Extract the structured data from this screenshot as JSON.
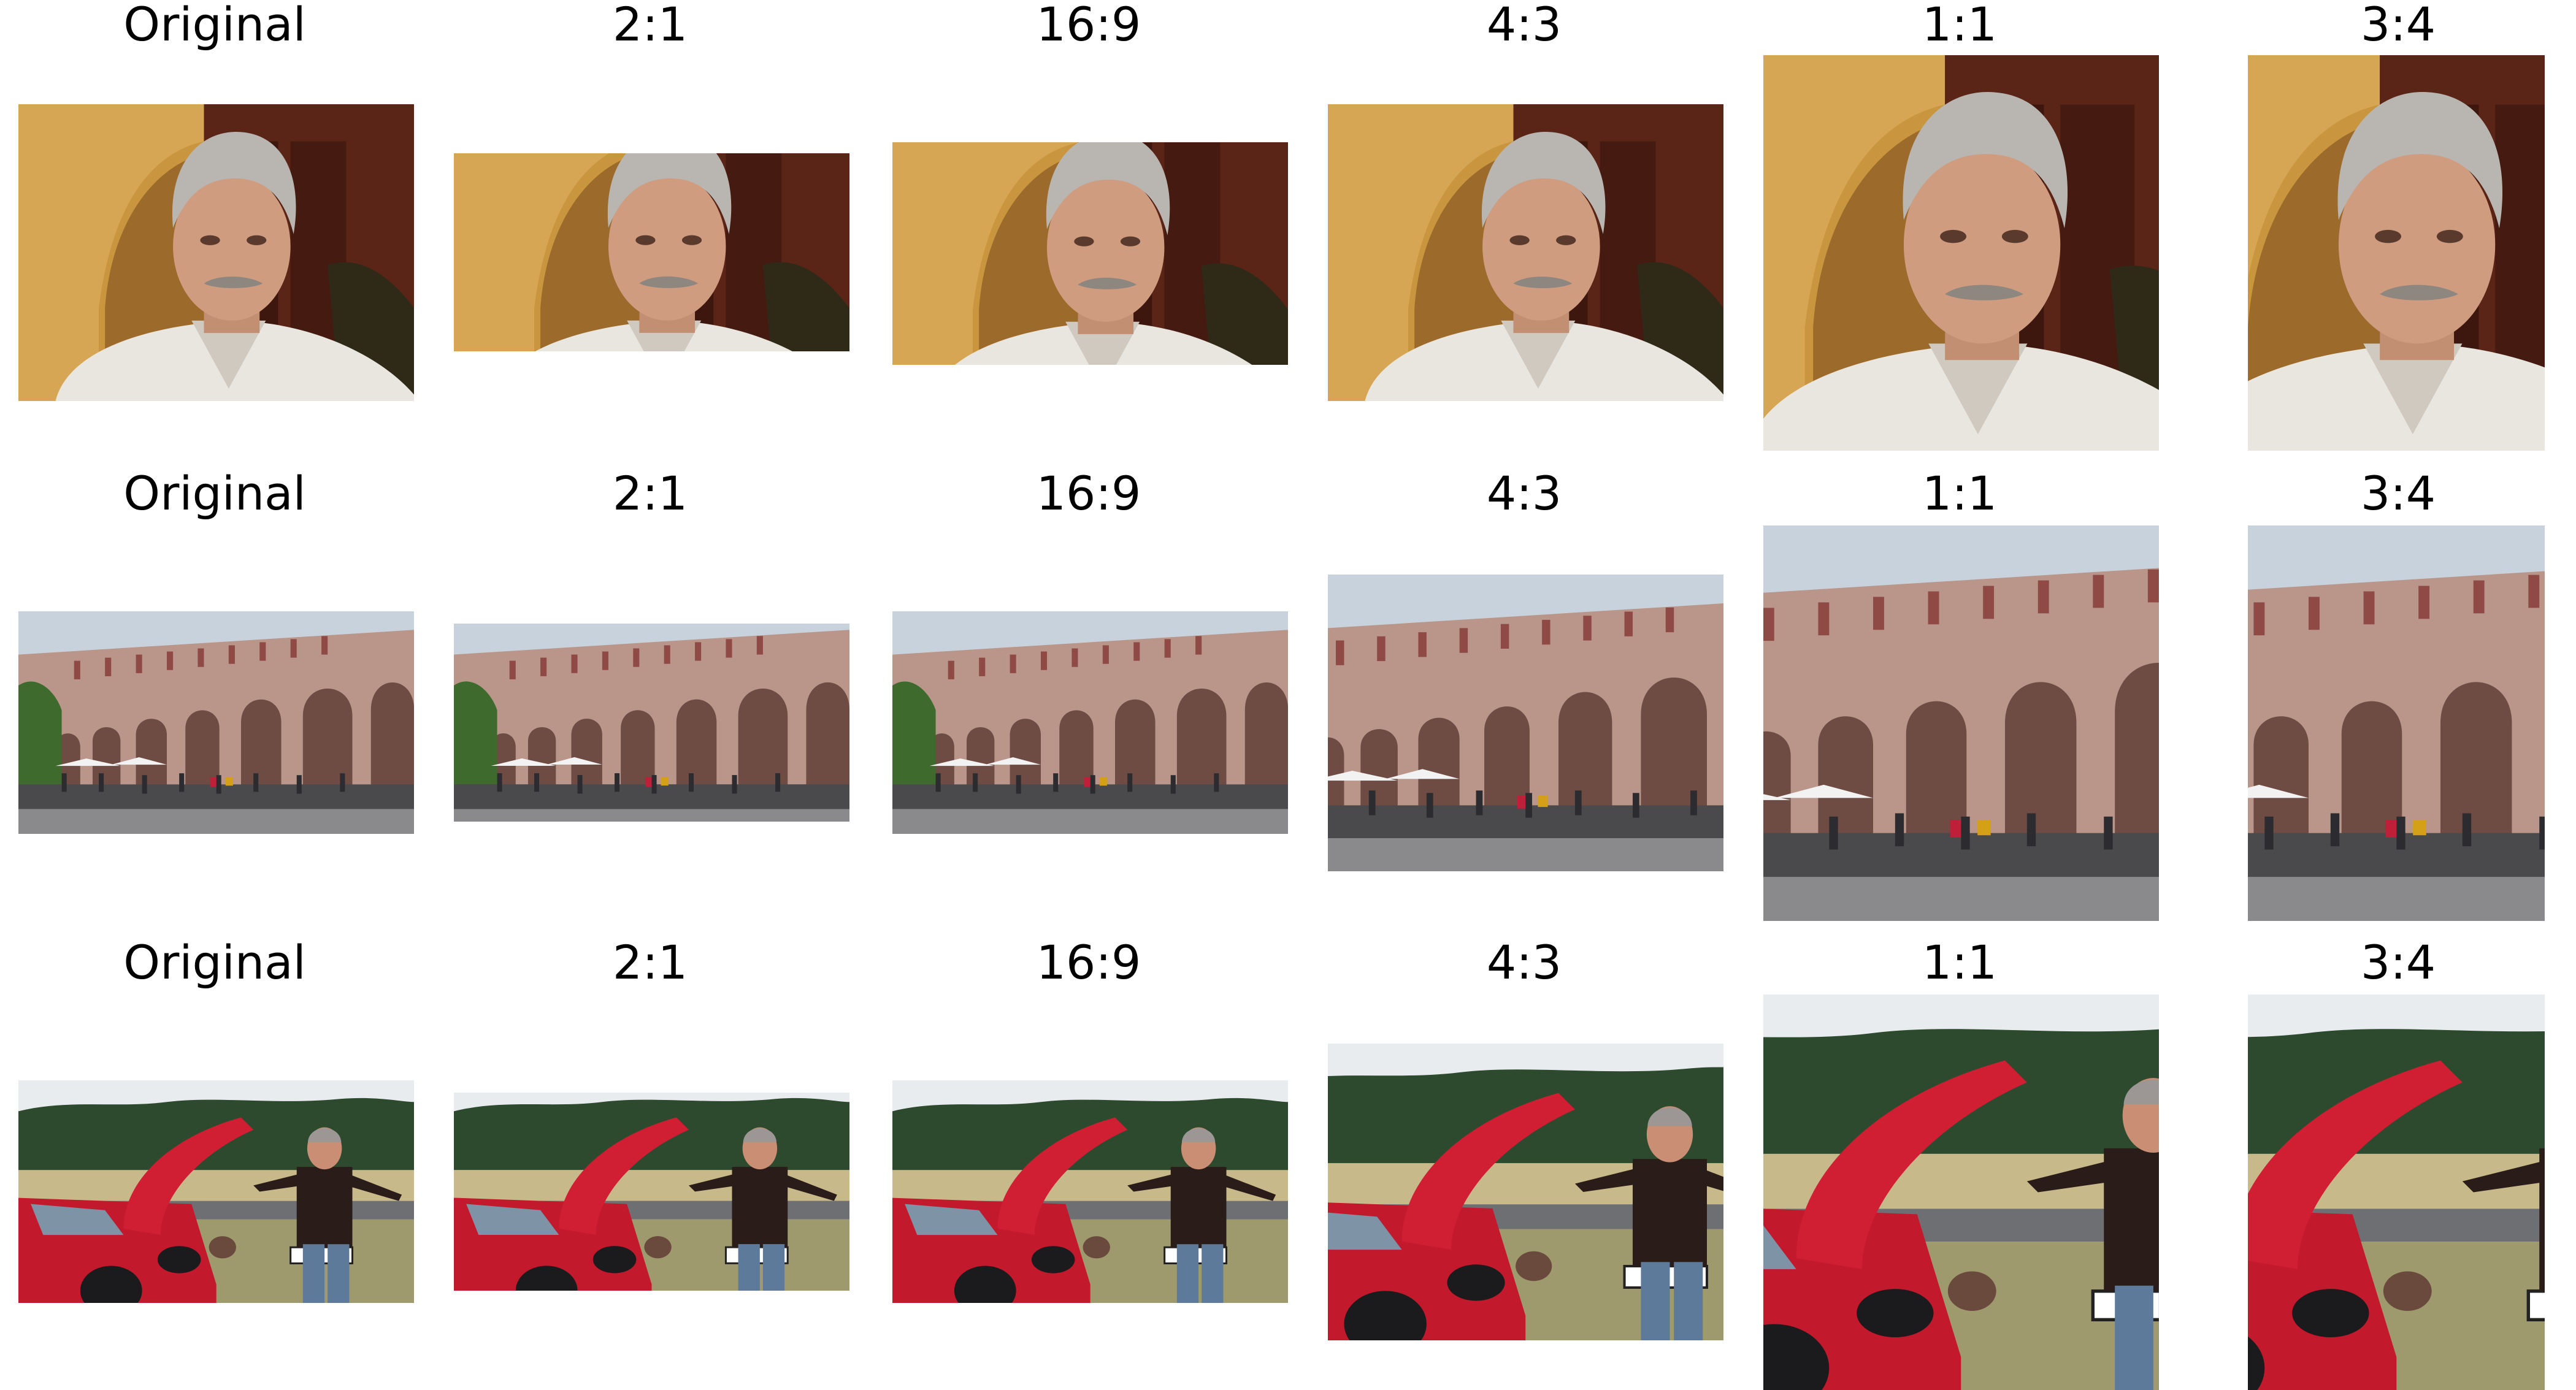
{
  "columns": [
    {
      "label": "Original"
    },
    {
      "label": "2:1"
    },
    {
      "label": "16:9"
    },
    {
      "label": "4:3"
    },
    {
      "label": "1:1"
    },
    {
      "label": "3:4"
    }
  ],
  "rows": [
    {
      "scene": "portrait-man"
    },
    {
      "scene": "street-arcade"
    },
    {
      "scene": "car-hood"
    }
  ]
}
